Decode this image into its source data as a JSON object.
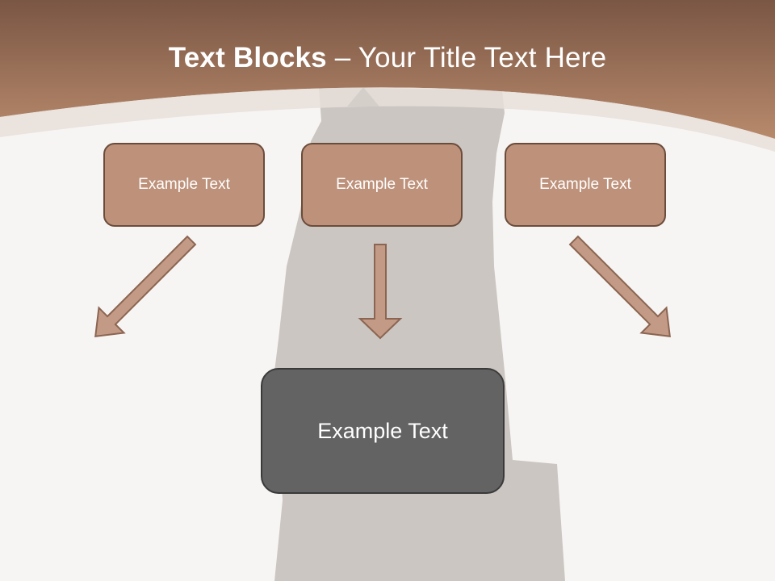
{
  "slide": {
    "title_bold": "Text Blocks",
    "title_separator": " – ",
    "title_rest": "Your Title Text Here",
    "source_boxes": [
      {
        "label": "Example Text"
      },
      {
        "label": "Example Text"
      },
      {
        "label": "Example Text"
      }
    ],
    "target_box": {
      "label": "Example Text"
    }
  },
  "colors": {
    "header_brown": "#ad8165",
    "box_fill": "#bd917a",
    "box_border": "#6b4c3b",
    "target_fill": "#636363",
    "arrow_fill": "#c29a85",
    "silhouette": "#cbc6c2"
  }
}
